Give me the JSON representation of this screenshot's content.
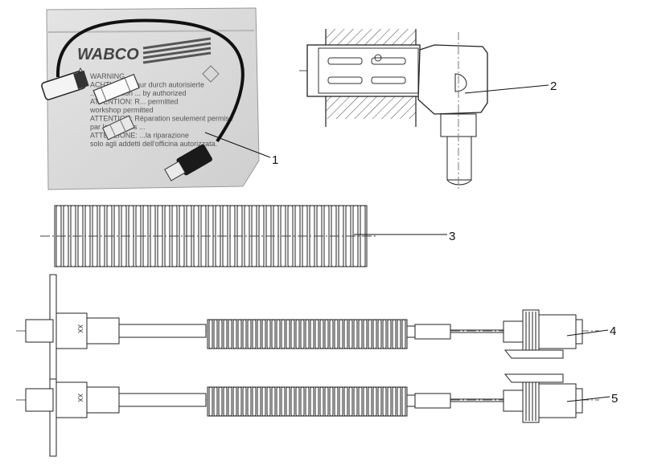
{
  "callouts": [
    "1",
    "2",
    "3",
    "4",
    "5"
  ],
  "photo": {
    "brand": "WABCO",
    "warning_lines": [
      "WARNING",
      "ACHTUNG ... nur durch autorisierte",
      "... Installation ... by authorized",
      "ATTENTION: R... permitted",
      "workshop permitted",
      "ATTENTION: Réparation seulement permise",
      "par les ateliers ...",
      "ATTENZIONE: ...la riparazione",
      "solo agli addetti dell'officina autorizzata."
    ]
  },
  "cable_marking": "XX"
}
